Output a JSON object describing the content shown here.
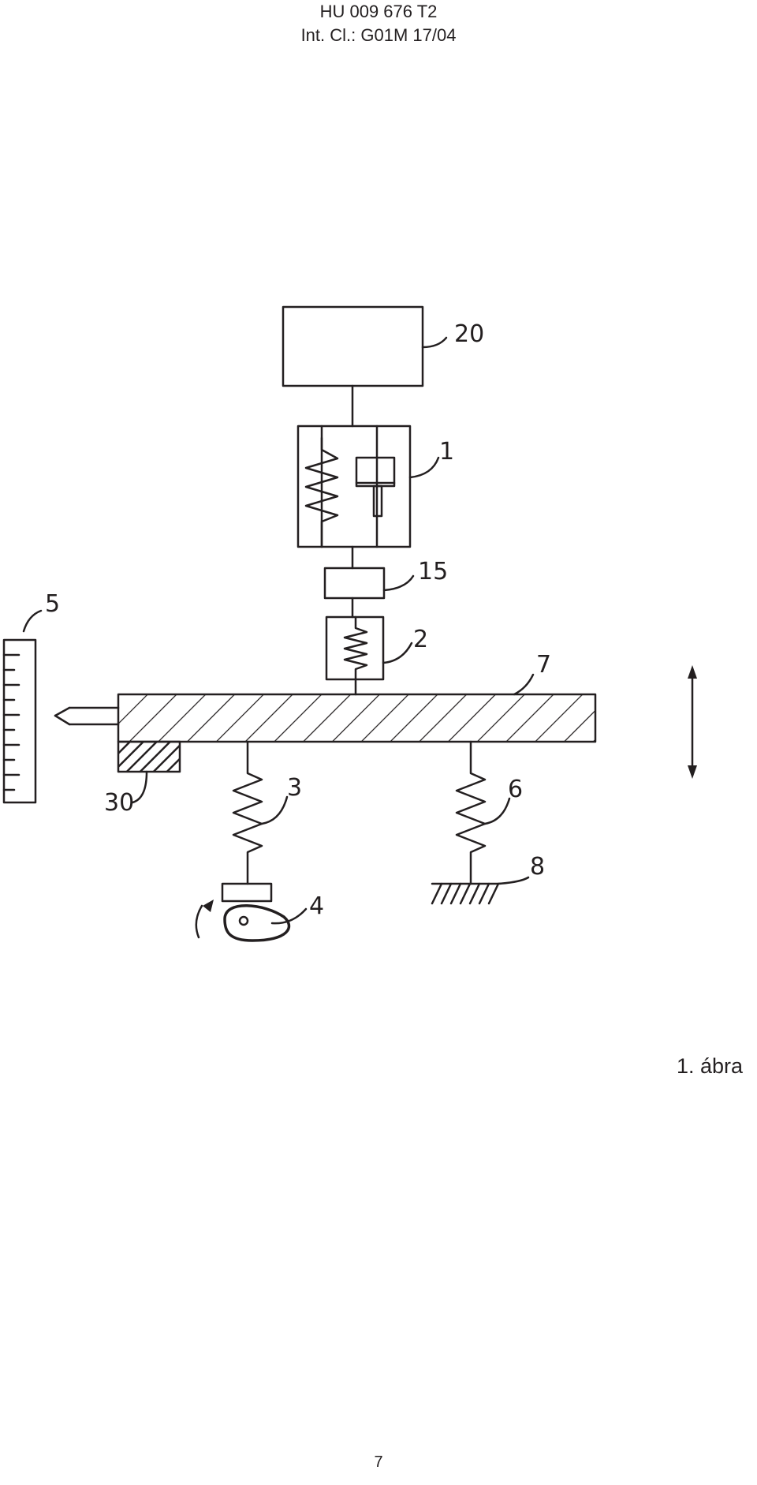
{
  "header": {
    "line1": "HU 009 676 T2",
    "line2": "Int. Cl.: G01M 17/04"
  },
  "figure": {
    "labels": {
      "l20": "20",
      "l1": "1",
      "l15": "15",
      "l5": "5",
      "l2": "2",
      "l7": "7",
      "l30": "30",
      "l3": "3",
      "l6": "6",
      "l8": "8",
      "l4": "4"
    },
    "caption": "1. ábra"
  },
  "footer": {
    "page_number": "7"
  }
}
